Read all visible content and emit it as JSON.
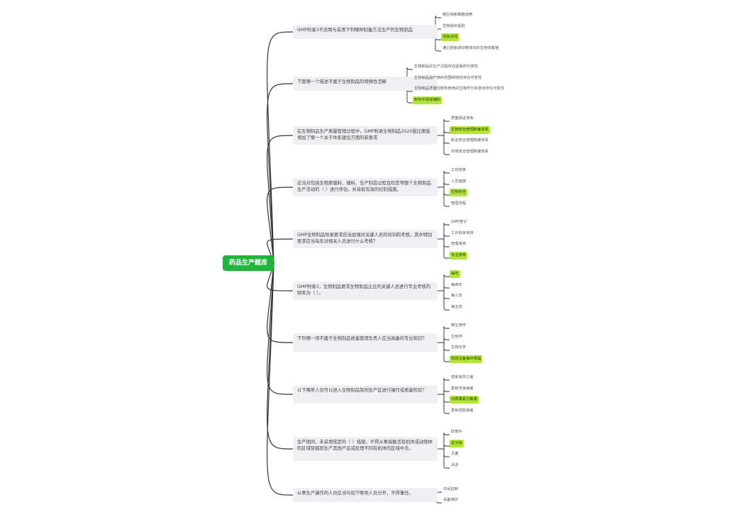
{
  "root": {
    "label": "药品生产题库"
  },
  "questions": [
    {
      "text": "GMP附录3不适用与采用下列哪种制备方法生产的生物制品",
      "options": [
        {
          "text": "微生物和细胞培养",
          "correct": false
        },
        {
          "text": "生物组织提取",
          "correct": false
        },
        {
          "text": "多肽合成",
          "correct": true
        },
        {
          "text": "通过胚胎或动物体内的生物体繁殖",
          "correct": false
        }
      ]
    },
    {
      "text": "下面哪一个描述不属于生物制品的特殊性范畴",
      "options": [
        {
          "text": "生物制品的生产过程存在固有的可变性",
          "correct": false
        },
        {
          "text": "生物制品副产物的范围和特性存在可变性",
          "correct": false
        },
        {
          "text": "生物制品质量控制所使用的生物学分析技术存在可变性",
          "correct": false
        },
        {
          "text": "制剂中添加辅料",
          "correct": true
        }
      ]
    },
    {
      "text": "在生物制品生产质量管理过程中，GMP附录生物制品2020版比原版增加了哪一个关于体系建设方面的新要求",
      "options": [
        {
          "text": "质量保证体系",
          "correct": false
        },
        {
          "text": "生物安全管理制度体系",
          "correct": true
        },
        {
          "text": "职业安全管理制度体系",
          "correct": false
        },
        {
          "text": "环境安全管理制度体系",
          "correct": false
        }
      ]
    },
    {
      "text": "应当对包括生物原辅料、辅料、生产制造过程及检定等整个生物制品生产活动的（    ）进行评估，并采取有效的控制措施。",
      "options": [
        {
          "text": "工作效率",
          "correct": false
        },
        {
          "text": "人员健康",
          "correct": false
        },
        {
          "text": "生物安全",
          "correct": true
        },
        {
          "text": "管理流程",
          "correct": false
        }
      ]
    },
    {
      "text": "GMP生物制品附录要求应当加强对关键人员的培训和考核，其中特别要求应当每年对相关人员进行什么考核？",
      "options": [
        {
          "text": "GMP意识",
          "correct": false
        },
        {
          "text": "工作效率考核",
          "correct": false
        },
        {
          "text": "管理考核",
          "correct": false
        },
        {
          "text": "专业考核",
          "correct": true
        }
      ]
    },
    {
      "text": "GMP附录3，生物制品要求生物制品企业的关键人员进行专业考核的频率为（      ）。",
      "options": [
        {
          "text": "每年",
          "correct": true
        },
        {
          "text": "每两年",
          "correct": false
        },
        {
          "text": "每三年",
          "correct": false
        },
        {
          "text": "每五年",
          "correct": false
        }
      ]
    },
    {
      "text": "下列哪一项不属于生物制品质量管理负责人应当具备的专业知识？",
      "options": [
        {
          "text": "微生物学",
          "correct": false
        },
        {
          "text": "生物学",
          "correct": false
        },
        {
          "text": "生物化学",
          "correct": false
        },
        {
          "text": "实验设备操作规程",
          "correct": true
        }
      ]
    },
    {
      "text": "以下哪类人员可以进入生物制品制剂生产区进行操作或质量检验？",
      "options": [
        {
          "text": "皮肤有伤口者",
          "correct": false
        },
        {
          "text": "患有传染病者",
          "correct": false
        },
        {
          "text": "对青霉素过敏者",
          "correct": true
        },
        {
          "text": "患有皮肤病者",
          "correct": false
        }
      ]
    },
    {
      "text": "生产期间，未采用规定的（      ）措施，不得从事接触活有机体或动物体的区域穿越到生产其他产品或处理不同有机体的区域中去。",
      "options": [
        {
          "text": "防意外",
          "correct": false
        },
        {
          "text": "去污染",
          "correct": true
        },
        {
          "text": "灭菌",
          "correct": false
        },
        {
          "text": "清洁",
          "correct": false
        }
      ]
    },
    {
      "text": "从事生产操作的人员应当与如下哪类人员分开，不得兼任。",
      "options": [
        {
          "text": "中间控制",
          "correct": false
        },
        {
          "text": "设备维护",
          "correct": false
        }
      ]
    }
  ]
}
